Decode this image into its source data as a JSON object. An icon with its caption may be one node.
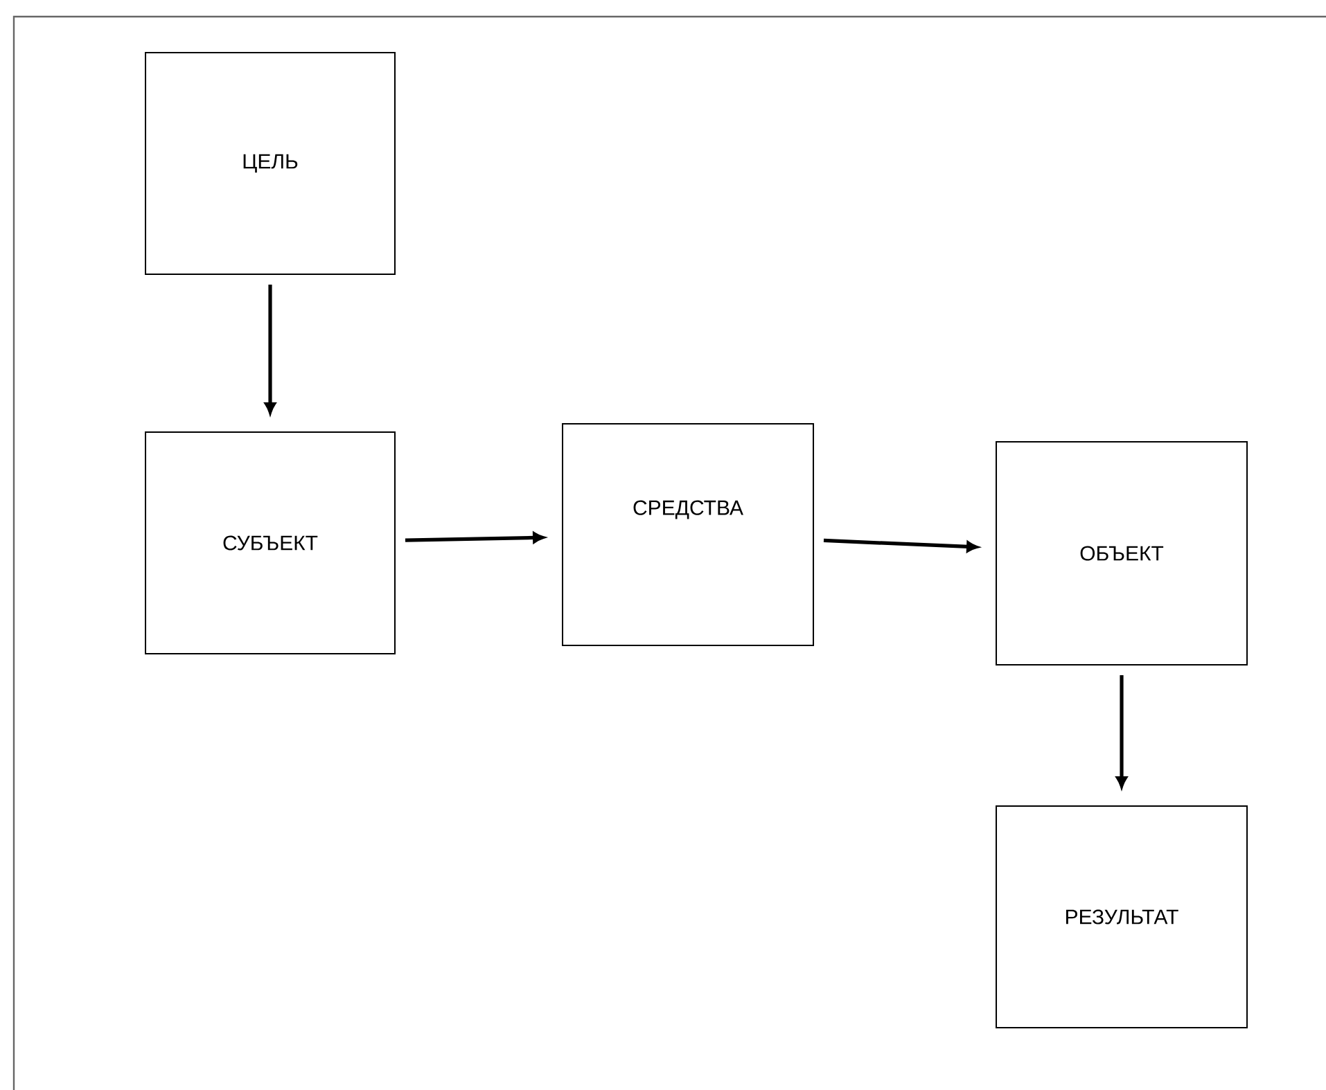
{
  "diagram": {
    "nodes": [
      {
        "text": [
          "ЦЕЛЬ"
        ]
      },
      {
        "text": [
          "СУБЪЕКТ"
        ]
      },
      {
        "text": [
          "СРЕДСТВА"
        ]
      },
      {
        "text": [
          "ОБЪЕКТ"
        ]
      },
      {
        "text": [
          "РЕЗУЛЬТАТ"
        ]
      }
    ],
    "edges": [
      {
        "from": 0,
        "to": 1,
        "arrow": "to"
      },
      {
        "from": 1,
        "to": 2,
        "arrow": "to"
      },
      {
        "from": 2,
        "to": 3,
        "arrow": "to"
      },
      {
        "from": 3,
        "to": 4,
        "arrow": "to"
      }
    ]
  }
}
